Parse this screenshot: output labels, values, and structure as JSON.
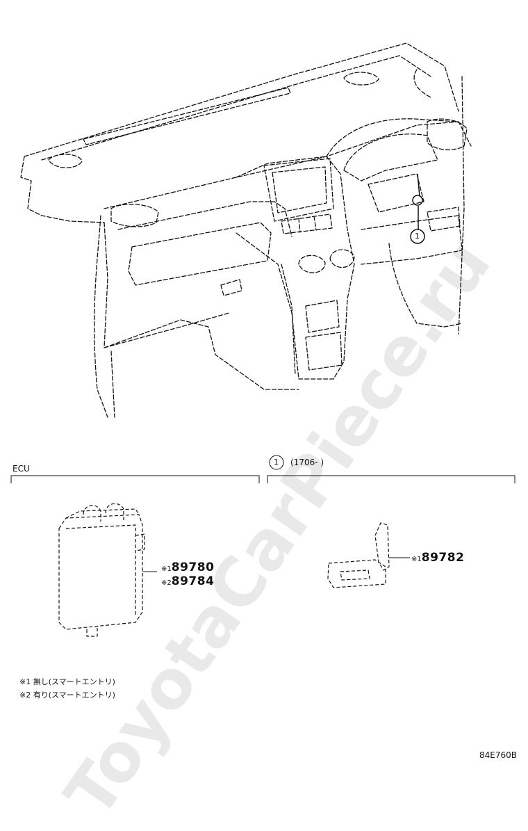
{
  "watermark": "ToyotaCarPiece.ru",
  "callout": {
    "number": "1"
  },
  "sections": {
    "ecu": {
      "title": "ECU"
    },
    "bracket": {
      "ref_number": "1",
      "date_range": "(1706-      )"
    }
  },
  "parts": {
    "ecu": [
      {
        "mark": "※1",
        "number": "89780"
      },
      {
        "mark": "※2",
        "number": "89784"
      }
    ],
    "bracket": [
      {
        "mark": "※1",
        "number": "89782"
      }
    ]
  },
  "notes": [
    "※1 無し(スマートエントリ)",
    "※2 有り(スマートエントリ)"
  ],
  "illustration_code": "84E760B"
}
